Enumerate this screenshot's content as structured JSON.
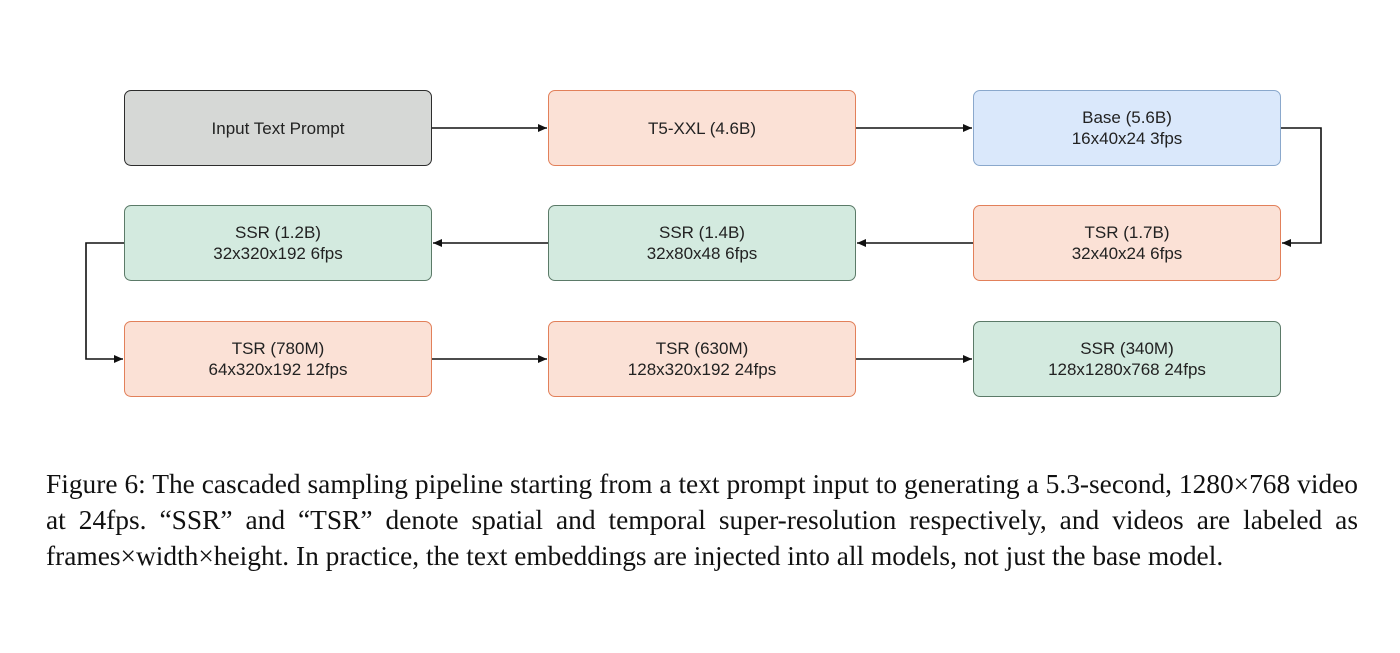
{
  "nodes": {
    "input": {
      "line1": "Input Text Prompt",
      "line2": ""
    },
    "t5": {
      "line1": "T5-XXL (4.6B)",
      "line2": ""
    },
    "base": {
      "line1": "Base (5.6B)",
      "line2": "16x40x24 3fps"
    },
    "tsr17": {
      "line1": "TSR (1.7B)",
      "line2": "32x40x24 6fps"
    },
    "ssr14": {
      "line1": "SSR (1.4B)",
      "line2": "32x80x48 6fps"
    },
    "ssr12": {
      "line1": "SSR (1.2B)",
      "line2": "32x320x192 6fps"
    },
    "tsr780": {
      "line1": "TSR (780M)",
      "line2": "64x320x192 12fps"
    },
    "tsr630": {
      "line1": "TSR (630M)",
      "line2": "128x320x192 24fps"
    },
    "ssr340": {
      "line1": "SSR (340M)",
      "line2": "128x1280x768 24fps"
    }
  },
  "caption": {
    "text": "Figure 6: The cascaded sampling pipeline starting from a text prompt input to generating a 5.3-second, 1280×768 video at 24fps. “SSR” and “TSR” denote spatial and temporal super-resolution respectively, and videos are labeled as frames×width×height. In practice, the text embeddings are injected into all models, not just the base model."
  },
  "colors": {
    "gray_fill": "#d6d8d6",
    "orange_fill": "#fbe1d6",
    "orange_border": "#e2805a",
    "blue_fill": "#dae8fb",
    "green_fill": "#d3eadf",
    "arrow": "#111111"
  }
}
